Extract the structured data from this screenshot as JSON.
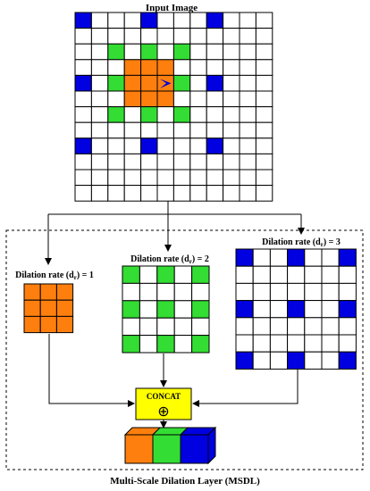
{
  "titles": {
    "input_image": "Input Image",
    "msdl": "Multi-Scale Dilation Layer (MSDL)"
  },
  "branches": [
    {
      "prefix": "Dilation rate (d",
      "sub": "r",
      "suffix": ") = 1",
      "color": "#FF7F0E",
      "rate": 1
    },
    {
      "prefix": "Dilation rate (d",
      "sub": "r",
      "suffix": ") = 2",
      "color": "#33DD33",
      "rate": 2
    },
    {
      "prefix": "Dilation rate (d",
      "sub": "r",
      "suffix": ") = 3",
      "color": "#0000E0",
      "rate": 3
    }
  ],
  "concat": {
    "label": "CONCAT",
    "symbol": "⊕",
    "fill": "#FFFF00"
  },
  "input_grid": {
    "rows": 12,
    "cols": 12,
    "colors": {
      "O": "#FF7F0E",
      "G": "#33DD33",
      "B": "#0000E0"
    },
    "cells": [
      "B...B...B...",
      "............",
      "..G.G.G.....",
      "...OOO......",
      "B.GOOOG.B...",
      "...OOO......",
      "..G.G.G.....",
      "............",
      "B...B...B...",
      "............",
      "............",
      "............"
    ],
    "center_marker": {
      "row": 4,
      "col": 5,
      "color": "#0000E0"
    }
  },
  "colors": {
    "orange": "#FF7F0E",
    "green": "#33DD33",
    "blue": "#0000E0",
    "concat_fill": "#FFFF00"
  }
}
